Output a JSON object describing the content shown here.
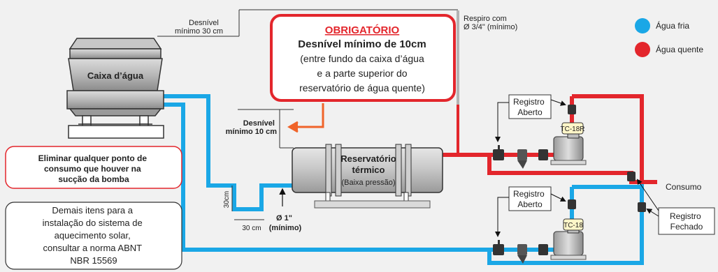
{
  "legend": {
    "cold": {
      "label": "Água fria",
      "color": "#1aa7e6"
    },
    "hot": {
      "label": "Água quente",
      "color": "#e3262c"
    }
  },
  "callout": {
    "title": "OBRIGATÓRIO",
    "subtitle": "Desnível mínimo de 10cm",
    "lines": [
      "(entre fundo da caixa d’água",
      "e a parte superior do",
      "reservatório de água quente)"
    ]
  },
  "tank": {
    "label": "Caixa d’água"
  },
  "reservoir": {
    "title_line1": "Reservatório",
    "title_line2": "térmico",
    "subtitle": "(Baixa pressão)"
  },
  "dimensions": {
    "drop_30": [
      "Desnível",
      "mínimo 30 cm"
    ],
    "drop_10": [
      "Desnível",
      "mínimo 10 cm"
    ],
    "vent": [
      "Respiro com",
      "Ø 3/4\" (mínimo)"
    ],
    "vertical_30": "30cm",
    "horizontal_30": "30 cm",
    "pipe_diameter": [
      "Ø 1\"",
      "(mínimo)"
    ]
  },
  "labels": {
    "valve_open_top": [
      "Registro",
      "Aberto"
    ],
    "valve_open_bottom": [
      "Registro",
      "Aberto"
    ],
    "valve_closed": [
      "Registro",
      "Fechado"
    ],
    "consumption": "Consumo",
    "pump_top": "TC-18R",
    "pump_bottom": "TC-18"
  },
  "notes": {
    "suction": [
      "Eliminar qualquer ponto de",
      "consumo que houver na",
      "sucção da bomba"
    ],
    "standard": [
      "Demais itens para a",
      "instalação do sistema de",
      "aquecimento solar,",
      "consultar a norma ABNT",
      "NBR 15569"
    ]
  }
}
